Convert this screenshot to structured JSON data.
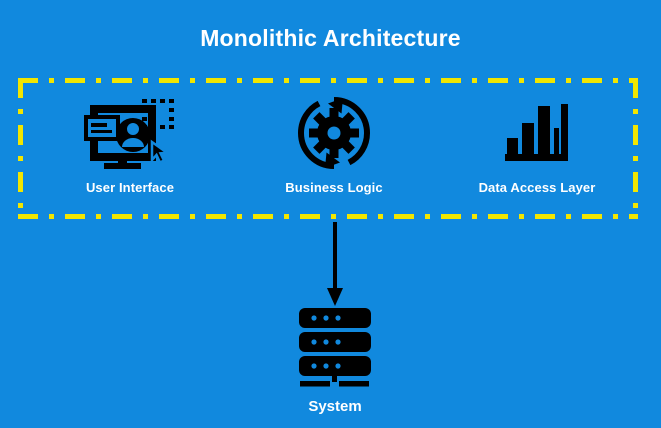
{
  "diagram": {
    "title": "Monolithic Architecture",
    "background_color": "#1189de",
    "accent_color": "#f2e600",
    "icon_color": "#000000",
    "text_color": "#ffffff",
    "boundary": {
      "name": "monolith-boundary",
      "style": "dash-dot",
      "color": "#f2e600"
    },
    "layers": [
      {
        "id": "user-interface",
        "label": "User Interface",
        "icon": "monitor-user-cursor-icon"
      },
      {
        "id": "business-logic",
        "label": "Business Logic",
        "icon": "gear-cycle-arrows-icon"
      },
      {
        "id": "data-access-layer",
        "label": "Data Access Layer",
        "icon": "bar-chart-icon"
      }
    ],
    "connector": {
      "name": "downward-arrow",
      "direction": "down",
      "from": "monolith-boundary",
      "to": "system"
    },
    "system": {
      "id": "system",
      "label": "System",
      "icon": "server-stack-icon"
    }
  }
}
